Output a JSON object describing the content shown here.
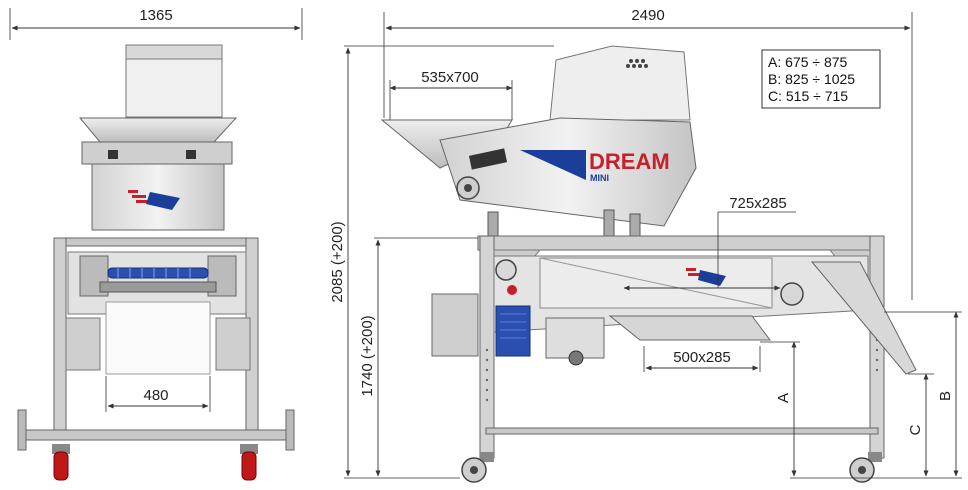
{
  "dimensions": {
    "front_width": "1365",
    "total_length": "2490",
    "total_height": "2085 (+200)",
    "frame_height": "1740 (+200)",
    "hopper": "535x700",
    "sieve_upper": "725x285",
    "sieve_lower": "500x285",
    "outlet_width": "480",
    "label_a": "A",
    "label_b": "B",
    "label_c": "C"
  },
  "legend": [
    "A: 675 ÷ 875",
    "B: 825 ÷ 1025",
    "C: 515 ÷ 715"
  ],
  "brand": {
    "name": "DREAM",
    "model": "MINI"
  },
  "colors": {
    "machine_body": "#dcdcdc",
    "frame": "#c8c8c8",
    "brand_red": "#c8202a",
    "brand_blue": "#1a3e9a",
    "motor_blue": "#2a4fb0",
    "wheel_red": "#c01818",
    "dim_line": "#333333"
  }
}
